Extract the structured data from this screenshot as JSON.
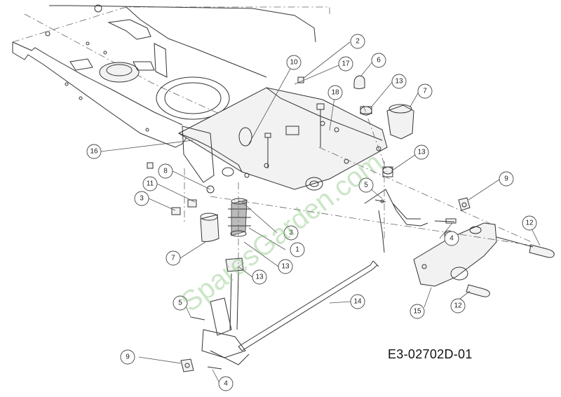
{
  "drawing_code": "E3-02702D-01",
  "watermark": "SparesGarden.com",
  "callouts": [
    "1",
    "2",
    "3",
    "3",
    "4",
    "4",
    "5",
    "5",
    "6",
    "7",
    "7",
    "8",
    "9",
    "9",
    "10",
    "11",
    "12",
    "12",
    "13",
    "13",
    "13",
    "13",
    "14",
    "15",
    "16",
    "17",
    "18"
  ]
}
